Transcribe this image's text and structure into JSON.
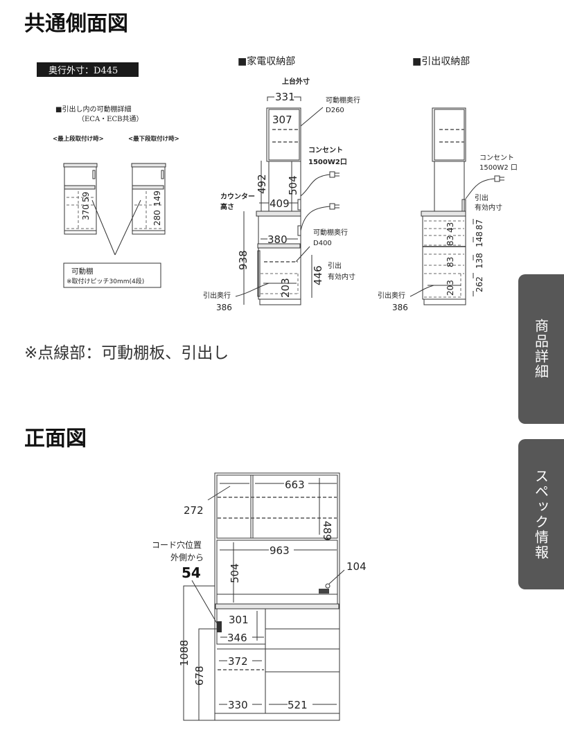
{
  "side_view": {
    "title": "共通側面図",
    "depth_label": "奥行外寸：D445",
    "detail": {
      "heading": "■引出し内の可動棚詳細",
      "subheading": "（ECA・ECB共通）",
      "top_label": "<最上段取付け時>",
      "bottom_label": "<最下段取付け時>",
      "top_dims": [
        "370",
        "59"
      ],
      "bottom_dims": [
        "280",
        "149"
      ],
      "callout_title": "可動棚",
      "callout_note": "※取付けピッチ30mm(4段)"
    },
    "appliance": {
      "heading": "■家電収納部",
      "upper_outer_label": "上台外寸",
      "upper_outer": "331",
      "inner_top": "307",
      "shelf_depth_label": "可動棚奥行",
      "shelf_depth": "D260",
      "outlet_label": "コンセント",
      "outlet_spec": "1500W2口",
      "h492": "492",
      "h504": "504",
      "counter_label_1": "カウンター",
      "counter_label_2": "高さ",
      "d409": "409",
      "d380": "380",
      "lower_shelf_depth_label": "可動棚奥行",
      "lower_shelf_depth": "D400",
      "h938": "938",
      "h446": "446",
      "drawer_inner_label_1": "引出",
      "drawer_inner_label_2": "有効内寸",
      "h203": "203",
      "drawer_depth_label": "引出奥行",
      "drawer_depth": "386"
    },
    "drawer_storage": {
      "heading": "■引出収納部",
      "outlet_label": "コンセント",
      "outlet_spec": "1500W2 口",
      "drawer_inner_label_1": "引出",
      "drawer_inner_label_2": "有効内寸",
      "inner": [
        "43",
        "83",
        "83",
        "203"
      ],
      "outer": [
        "87",
        "148",
        "138",
        "262"
      ],
      "drawer_depth_label": "引出奥行",
      "drawer_depth": "386"
    },
    "note": "※点線部：可動棚板、引出し"
  },
  "front_view": {
    "title": "正面図",
    "w663": "663",
    "w272": "272",
    "h489": "489",
    "w963": "963",
    "h504": "504",
    "cord_label_1": "コード穴位置",
    "cord_label_2": "外側から",
    "cord_value": "54",
    "d104": "104",
    "w301": "301",
    "w346": "346",
    "w372": "372",
    "w330": "330",
    "w521": "521",
    "h1088": "1088",
    "h678": "678"
  },
  "side_tabs": [
    {
      "label": "商品詳細"
    },
    {
      "label": "スペック情報"
    }
  ],
  "colors": {
    "tab_bg": "#575757",
    "label_bg": "#1a1a1a"
  }
}
